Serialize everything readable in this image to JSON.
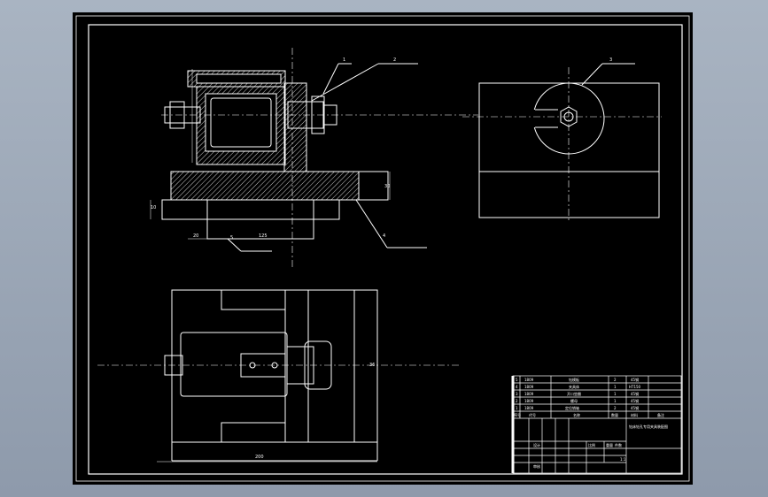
{
  "balloons": {
    "b1": "1",
    "b2": "2",
    "b3": "3",
    "b4": "4",
    "b5": "5"
  },
  "dimensions": {
    "d20": "20",
    "d125": "125",
    "d200": "200",
    "d30": "30",
    "d36": "36",
    "d10_left": "10"
  },
  "title_block": {
    "name": "钻床钻孔专用夹具装配图",
    "rows": [
      {
        "no": "5",
        "code": "1809",
        "name": "钻模板",
        "qty": "2",
        "mat": "45钢"
      },
      {
        "no": "4",
        "code": "1809",
        "name": "夹具体",
        "qty": "1",
        "mat": "HT150"
      },
      {
        "no": "3",
        "code": "1809",
        "name": "开口垫圈",
        "qty": "1",
        "mat": "45钢"
      },
      {
        "no": "2",
        "code": "1809",
        "name": "螺母",
        "qty": "1",
        "mat": "45钢"
      },
      {
        "no": "1",
        "code": "1809",
        "name": "定位销轴",
        "qty": "2",
        "mat": "45钢"
      }
    ],
    "header": {
      "no": "序号",
      "code": "代号",
      "name": "名称",
      "qty": "数量",
      "mat": "材料",
      "remark": "备注"
    },
    "scale": "1:1",
    "scale_label": "比例",
    "weight_label": "重量",
    "qty_label": "件数",
    "design": "设计",
    "check": "审核"
  },
  "colors": {
    "background": "#000000",
    "line": "#ffffff",
    "window": "#a9b4c2"
  }
}
